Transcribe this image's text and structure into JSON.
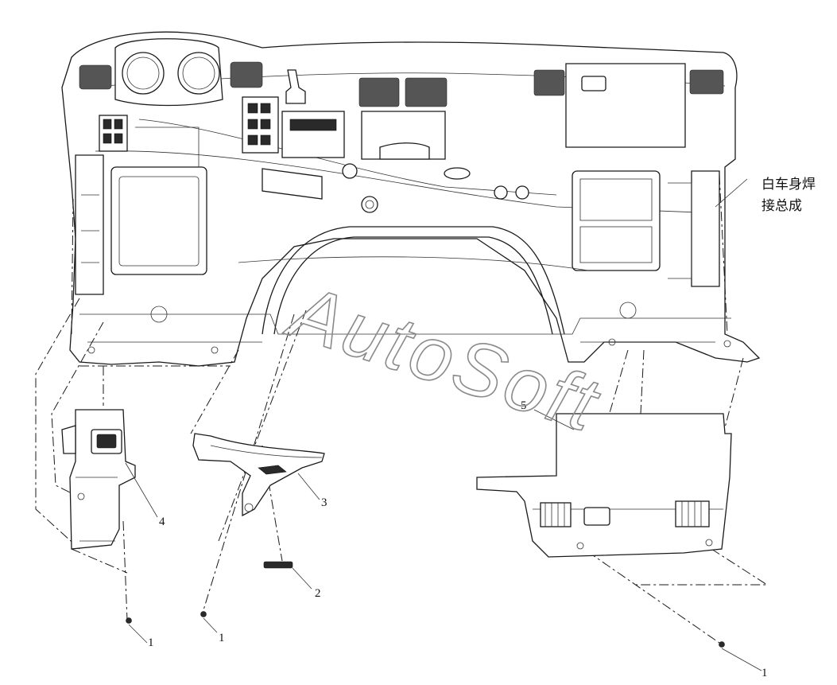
{
  "labels": {
    "body_assembly_line1": "白车身焊",
    "body_assembly_line2": "接总成",
    "callout_1a": "1",
    "callout_1b": "1",
    "callout_1c": "1",
    "callout_2": "2",
    "callout_3": "3",
    "callout_4": "4",
    "callout_5": "5"
  },
  "watermark": "AutoSoft"
}
